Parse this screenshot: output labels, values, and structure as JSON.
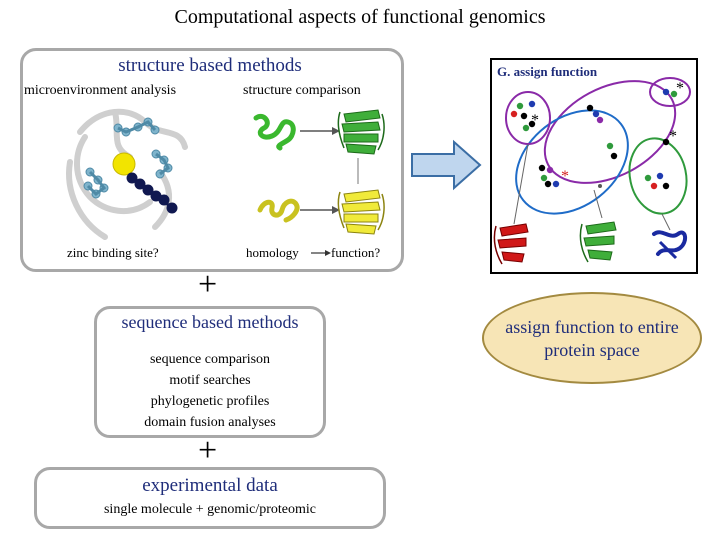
{
  "title": "Computational aspects of functional genomics",
  "structure_panel": {
    "heading": "structure based methods",
    "left_label": "microenvironment analysis",
    "right_label": "structure comparison",
    "zinc_caption": "zinc binding site?",
    "homology_label": "homology",
    "function_label": "function?"
  },
  "plus_symbol": "+",
  "sequence_panel": {
    "heading": "sequence based methods",
    "items": [
      "sequence comparison",
      "motif searches",
      "phylogenetic profiles",
      "domain fusion analyses"
    ]
  },
  "experimental_panel": {
    "heading": "experimental data",
    "subtitle": "single molecule + genomic/proteomic"
  },
  "genome_panel": {
    "label": "G. assign function",
    "asterisk": "*"
  },
  "result_oval": {
    "text": "assign function to entire protein space"
  },
  "colors": {
    "panel_border": "#a8a8a8",
    "heading_blue": "#1f2d7a",
    "oval_fill": "#f7e5b6",
    "oval_border": "#a38a40",
    "arrow_fill": "#bfd6ee",
    "arrow_border": "#3b6ea5",
    "cluster_purple": "#8a2aa8",
    "cluster_blue": "#1f6cc8",
    "cluster_green": "#2f9a3c"
  }
}
